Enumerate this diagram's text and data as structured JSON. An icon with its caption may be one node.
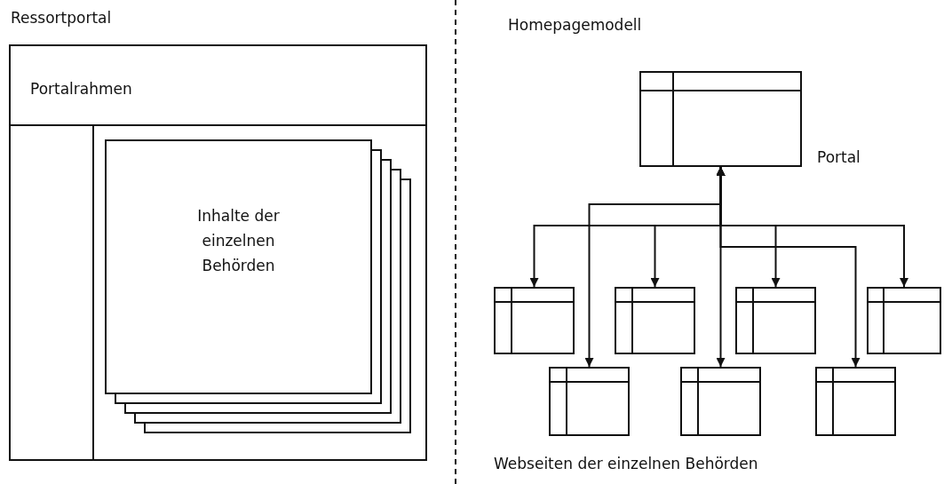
{
  "diagram": {
    "nodes": [
      {
        "text": [
          "Ressortportal"
        ]
      },
      {
        "text": [
          "Portalrahmen"
        ],
        "in": 0
      },
      {
        "text": [
          "Inhalte der einzelnen Behörden"
        ],
        "in": 0
      },
      {
        "text": [],
        "shape": "box",
        "beside": [
          "Portal"
        ]
      },
      {
        "text": [],
        "shape": "box"
      },
      {
        "text": [],
        "shape": "box"
      },
      {
        "text": [],
        "shape": "box"
      },
      {
        "text": [],
        "shape": "box"
      },
      {
        "text": [],
        "shape": "box"
      },
      {
        "text": [],
        "shape": "box"
      },
      {
        "text": [],
        "shape": "box"
      }
    ],
    "edges": [
      {
        "from": 3,
        "to": 4,
        "arrow": "both"
      },
      {
        "from": 3,
        "to": 5,
        "arrow": "both"
      },
      {
        "from": 3,
        "to": 6,
        "arrow": "both"
      },
      {
        "from": 3,
        "to": 7,
        "arrow": "both"
      },
      {
        "from": 3,
        "to": 8,
        "arrow": "both"
      },
      {
        "from": 3,
        "to": 9,
        "arrow": "both"
      },
      {
        "from": 3,
        "to": 10,
        "arrow": "both"
      }
    ],
    "labels": [
      "Homepagemodell",
      "Webseiten der einzelnen Behörden"
    ]
  }
}
